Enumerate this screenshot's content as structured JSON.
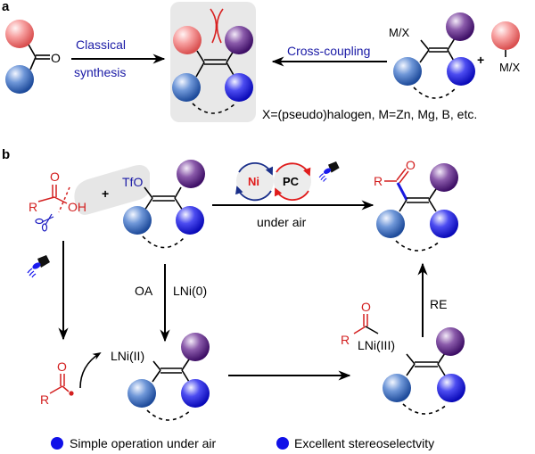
{
  "panel_a": {
    "label": "a",
    "carbonyl_atom": "O",
    "classical_line1": "Classical",
    "classical_line2": "synthesis",
    "cross_coupling": "Cross-coupling",
    "mx_top": "M/X",
    "plus": "+",
    "mx_right": "M/X",
    "footnote": "X=(pseudo)halogen,  M=Zn, Mg, B, etc."
  },
  "panel_b": {
    "label": "b",
    "acid_O": "O",
    "acid_R": "R",
    "acid_OH": "OH",
    "plus": "+",
    "tfo": "TfO",
    "cycle_ni": "Ni",
    "cycle_pc": "PC",
    "under_air": "under air",
    "product_R": "R",
    "product_O": "O",
    "oa": "OA",
    "lni0": "LNi(0)",
    "lni2": "LNi(II)",
    "acyl_O": "O",
    "acyl_R": "R",
    "lni3_R": "R",
    "lni3_O": "O",
    "lni3": "LNi(III)",
    "re": "RE"
  },
  "features": [
    "Simple operation under air",
    "Excellent stereoselectvity"
  ],
  "colors": {
    "pink_sphere": "#f07d7d",
    "purple_sphere": "#5a2580",
    "steel_blue_sphere": "#2f62b8",
    "blue_sphere": "#1515e0",
    "red_text": "#d32020",
    "blue_text": "#1a1aa6",
    "highlight_bg": "#e8e8e8",
    "bullet_blue": "#1010e8"
  }
}
